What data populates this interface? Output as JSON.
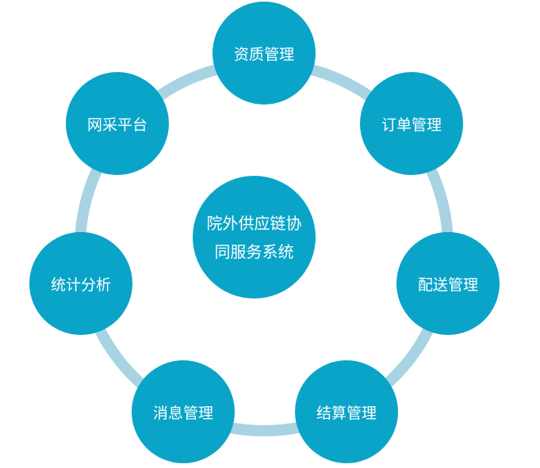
{
  "diagram": {
    "ring_color": "#a8d3e2",
    "node_color": "#0aa4c8",
    "text_color": "#ffffff",
    "center": {
      "label": "院外供应链协同服务系统"
    },
    "nodes": [
      {
        "id": "qualification",
        "label": "资质管理"
      },
      {
        "id": "order",
        "label": "订单管理"
      },
      {
        "id": "delivery",
        "label": "配送管理"
      },
      {
        "id": "settlement",
        "label": "结算管理"
      },
      {
        "id": "message",
        "label": "消息管理"
      },
      {
        "id": "statistics",
        "label": "统计分析"
      },
      {
        "id": "procurement",
        "label": "网采平台"
      }
    ]
  }
}
